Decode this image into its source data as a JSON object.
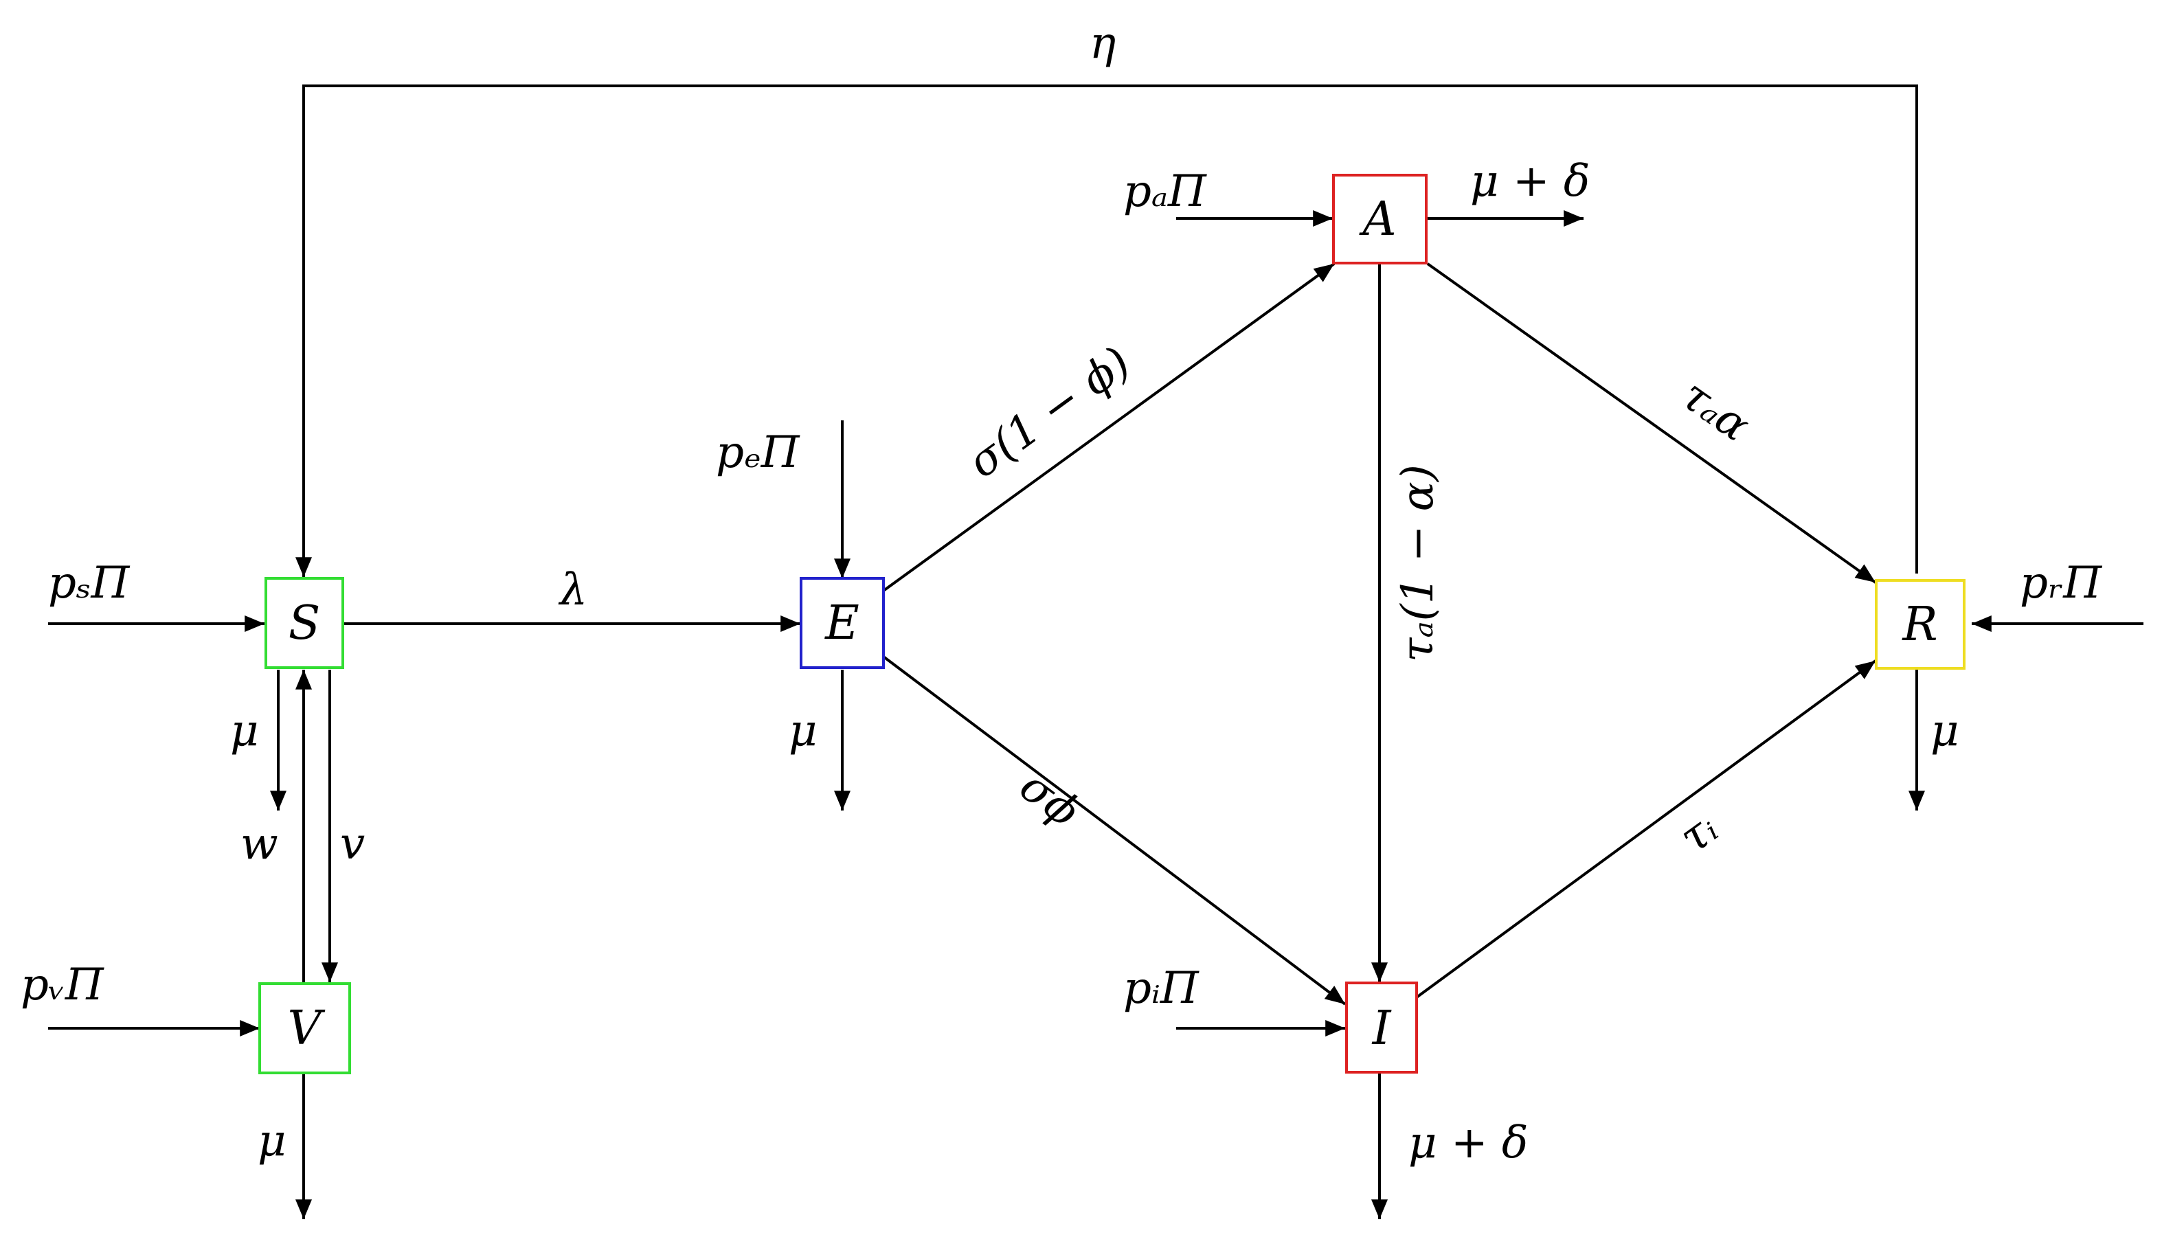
{
  "nodes": {
    "S": {
      "label": "S",
      "color": "#33dd33"
    },
    "E": {
      "label": "E",
      "color": "#2222cc"
    },
    "A": {
      "label": "A",
      "color": "#dd2222"
    },
    "I": {
      "label": "I",
      "color": "#dd2222"
    },
    "R": {
      "label": "R",
      "color": "#eedd22"
    },
    "V": {
      "label": "V",
      "color": "#33dd33"
    }
  },
  "edge_labels": {
    "eta": "η",
    "ps_pi": "pₛΠ",
    "pv_pi": "pᵥΠ",
    "pe_pi": "pₑΠ",
    "pa_pi": "pₐΠ",
    "pi_pi": "pᵢΠ",
    "pr_pi": "pᵣΠ",
    "lambda": "λ",
    "sigma_1_phi": "σ(1 − ϕ)",
    "sigma_phi": "σϕ",
    "tau_a_1_alpha": "τₐ(1 − α)",
    "tau_a_alpha": "τₐα",
    "tau_i": "τᵢ",
    "mu_A": "μ + δ",
    "mu_I": "μ + δ",
    "mu_S": "μ",
    "mu_E": "μ",
    "mu_R": "μ",
    "mu_V": "μ",
    "w": "w",
    "v": "v"
  }
}
